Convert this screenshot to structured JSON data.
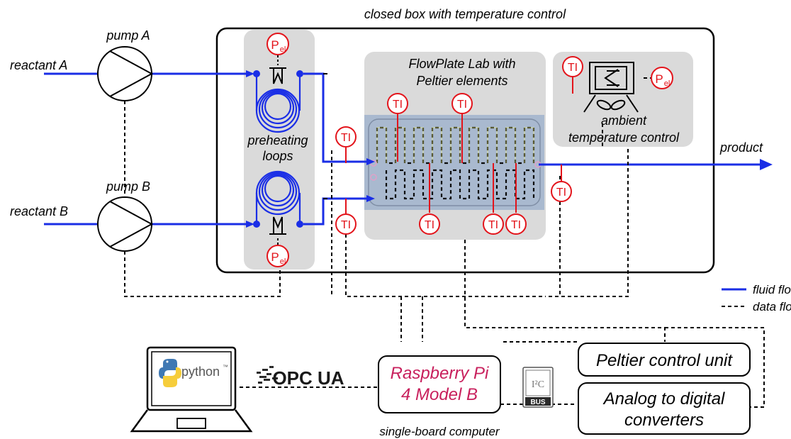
{
  "texts": {
    "closed_box": "closed box with temperature control",
    "pump_a": "pump A",
    "pump_b": "pump B",
    "reactant_a": "reactant A",
    "reactant_b": "reactant B",
    "preheating_1": "preheating",
    "preheating_2": "loops",
    "flowplate_1": "FlowPlate Lab with",
    "flowplate_2": "Peltier elements",
    "ambient_1": "ambient",
    "ambient_2": "temperature control",
    "product": "product",
    "legend_fluid": "fluid flow",
    "legend_data": "data flow",
    "python": "python",
    "python_tm": "™",
    "opc": "OPC UA",
    "rpi_1": "Raspberry Pi",
    "rpi_2": "4 Model B",
    "sbc": "single-board computer",
    "i2c": "I²C",
    "bus": "BUS",
    "peltier_unit": "Peltier control unit",
    "adc_1": "Analog to digital",
    "adc_2": "converters",
    "ti": "TI",
    "pel_main": "P",
    "pel_sub": "el"
  },
  "colors": {
    "fluid": "#1a2ee6",
    "sensor": "#e3141b",
    "rpi_text": "#c81f5c",
    "panel": "#dadada",
    "plate": "#a9b9cf"
  }
}
